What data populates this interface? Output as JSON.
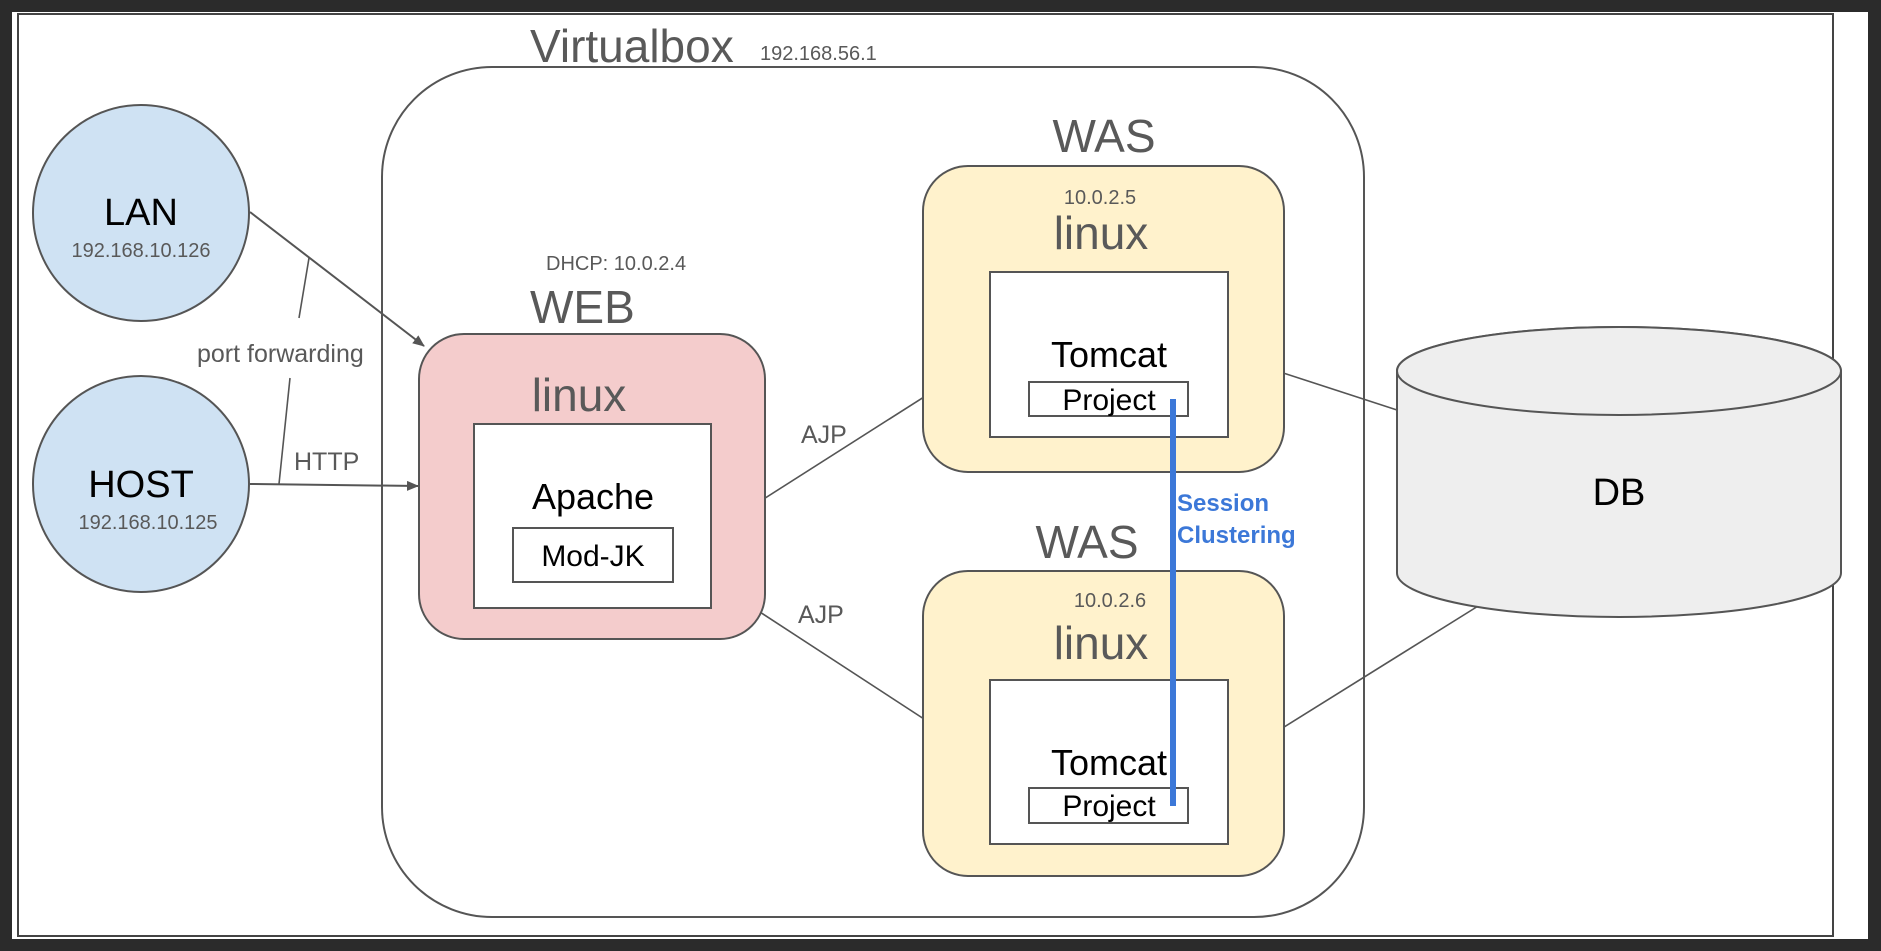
{
  "virtualbox": {
    "title": "Virtualbox",
    "ip": "192.168.56.1"
  },
  "lan": {
    "label": "LAN",
    "ip": "192.168.10.126"
  },
  "host": {
    "label": "HOST",
    "ip": "192.168.10.125"
  },
  "edges": {
    "port_forwarding": "port forwarding",
    "http": "HTTP",
    "ajp_top": "AJP",
    "ajp_bottom": "AJP"
  },
  "web": {
    "title": "WEB",
    "dhcp": "DHCP: 10.0.2.4",
    "os": "linux",
    "server": "Apache",
    "module": "Mod-JK"
  },
  "was1": {
    "title": "WAS",
    "ip": "10.0.2.5",
    "os": "linux",
    "server": "Tomcat",
    "app": "Project"
  },
  "was2": {
    "title": "WAS",
    "ip": "10.0.2.6",
    "os": "linux",
    "server": "Tomcat",
    "app": "Project"
  },
  "session": {
    "line1": "Session",
    "line2": "Clustering"
  },
  "db": {
    "label": "DB"
  },
  "colors": {
    "background": "#ffffff",
    "frame": "#2b2b2b",
    "client_fill": "#cfe2f3",
    "web_fill": "#f4cccc",
    "was_fill": "#fff2cc",
    "db_fill": "#eeeeee",
    "session_line": "#3c78d8",
    "stroke": "#555555",
    "muted_text": "#595959"
  }
}
